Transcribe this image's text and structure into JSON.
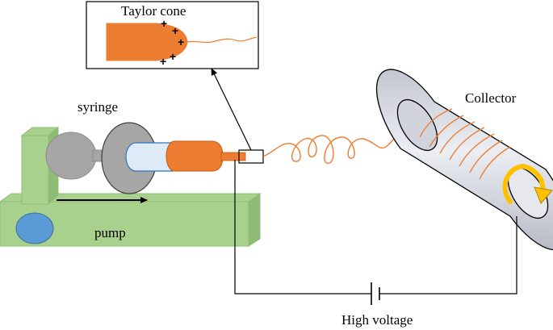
{
  "labels": {
    "inset_title": "Taylor cone",
    "syringe": "syringe",
    "pump": "pump",
    "collector": "Collector",
    "voltage": "High voltage",
    "charge_sign": "+"
  },
  "colors": {
    "pump": "#a9d18e",
    "pump_dark": "#8fbc74",
    "pump_knob": "#5b9bd5",
    "plunger": "#a6a6a6",
    "plunger_disc": "#a6a6a6",
    "barrel": "#deebf7",
    "solution": "#ed7d31",
    "fiber": "#ed7d31",
    "collector_body": "#d9d9e3",
    "rotation_arrow": "#ffc000",
    "wire": "#000000"
  },
  "icons": {
    "rotation": "rotation-arrow-icon",
    "motion": "right-arrow-icon"
  }
}
